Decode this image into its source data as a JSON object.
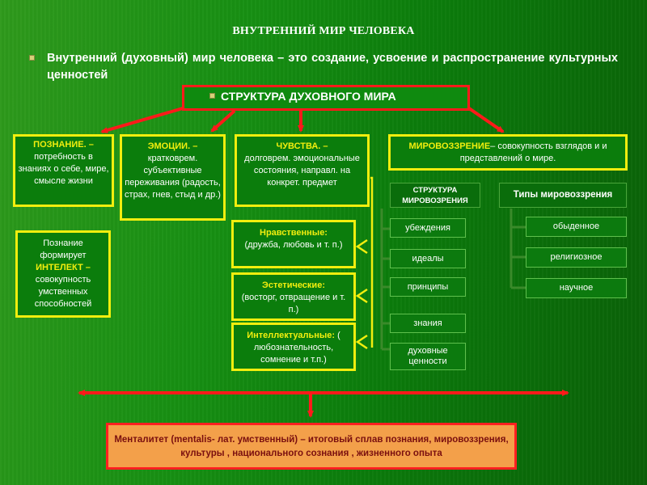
{
  "title": "ВНУТРЕННИЙ МИР ЧЕЛОВЕКА",
  "intro": "Внутренний (духовный) мир человека – это создание, усвоение и распространение культурных ценностей",
  "structure_title": "СТРУКТУРА ДУХОВНОГО МИРА",
  "cognition": {
    "head": "ПОЗНАНИЕ. –",
    "body": "потребность в знаниях о себе, мире, смысле жизни"
  },
  "emotions": {
    "head": "ЭМОЦИИ. –",
    "body": "кратковрем. субъективные переживания (радость, страх, гнев, стыд и др.)"
  },
  "feelings": {
    "head": "ЧУВСТВА. –",
    "body": "долговрем. эмоциональные состояния, направл. на конкрет. предмет"
  },
  "worldview": {
    "head": "МИРОВОЗЗРЕНИЕ",
    "body": "– совокупность взглядов и и представлений о мире."
  },
  "intellect": {
    "pre": "Познание формирует",
    "head": "ИНТЕЛЕКТ –",
    "body": "совокупность умственных способностей"
  },
  "feeling_types": [
    {
      "head": "Нравственные:",
      "body": "(дружба, любовь и т. п.)"
    },
    {
      "head": "Эстетические:",
      "body": "(восторг, отвращение и т. п.)"
    },
    {
      "head": "Интеллектуальные:",
      "body": "( любознательность, сомнение и т.п.)"
    }
  ],
  "worldview_structure": {
    "header": "СТРУКТУРА МИРОВОЗРЕНИЯ",
    "items": [
      "убеждения",
      "идеалы",
      "принципы",
      "знания",
      "духовные ценности"
    ]
  },
  "worldview_types": {
    "header": "Типы мировоззрения",
    "items": [
      "обыденное",
      "религиозное",
      "научное"
    ]
  },
  "mentality": "Менталитет (mentalis- лат. умственный) – итоговый сплав познания, мировоззрения, культуры , национального сознания , жизненного опыта",
  "colors": {
    "background": "#168f12",
    "box_border": "#f2ee0e",
    "arrow": "#ff1a1a",
    "connector": "#f2ee0e",
    "mentality_fill": "#f3a04a",
    "mentality_text": "#7a0f0f"
  }
}
